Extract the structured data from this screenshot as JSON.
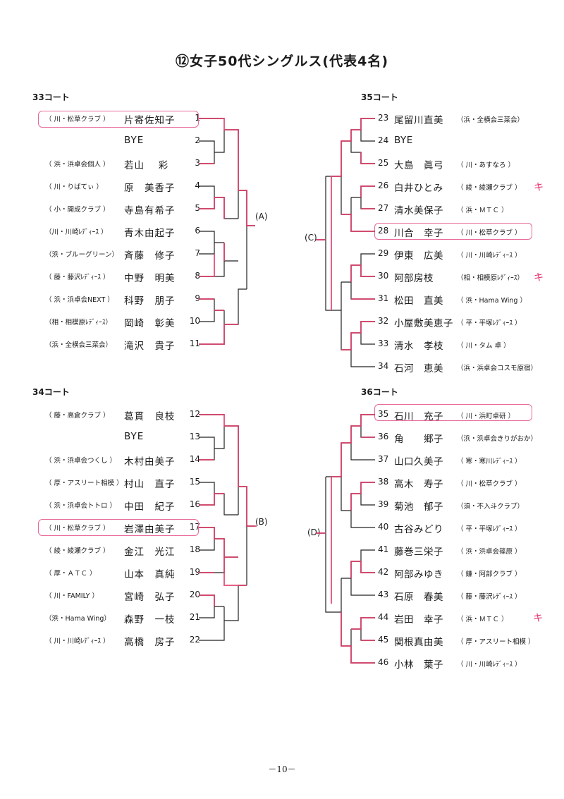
{
  "title": "⑫女子50代シングルス(代表4名)",
  "page_number": "－10－",
  "courts": {
    "c33": "33コート",
    "c34": "34コート",
    "c35": "35コート",
    "c36": "36コート"
  },
  "group_labels": {
    "A": "(A)",
    "B": "(B)",
    "C": "(C)",
    "D": "(D)"
  },
  "winner_marks": [
    "キ",
    "キ",
    "キ"
  ],
  "players_left_top": [
    {
      "club": "（ 川・松草クラブ ）",
      "name": "片寄佐知子",
      "num": "1"
    },
    {
      "club": "",
      "name": "BYE",
      "num": "2"
    },
    {
      "club": "（ 浜・浜卓会個人 ）",
      "name": "若山　 彩",
      "num": "3"
    },
    {
      "club": "（ 川・りばてぃ ）",
      "name": "原　美香子",
      "num": "4"
    },
    {
      "club": "（ 小・開成クラブ ）",
      "name": "寺島有希子",
      "num": "5"
    },
    {
      "club": "（川・川崎ﾚﾃﾞｨｰｽ ）",
      "name": "青木由起子",
      "num": "6"
    },
    {
      "club": "（浜・ブルーグリーン）",
      "name": "斉藤　修子",
      "num": "7"
    },
    {
      "club": "（ 藤・藤沢ﾚﾃﾞｨｰｽ ）",
      "name": "中野　明美",
      "num": "8"
    },
    {
      "club": "（ 浜・浜卓会NEXT ）",
      "name": "科野　朋子",
      "num": "9"
    },
    {
      "club": "（相・相模原ﾚﾃﾞｨｰｽ）",
      "name": "岡崎　彰美",
      "num": "10"
    },
    {
      "club": "（浜・全横会三菜会）",
      "name": "滝沢　貴子",
      "num": "11"
    }
  ],
  "players_left_bottom": [
    {
      "club": "（ 藤・高倉クラブ ）",
      "name": "葛貫　良枝",
      "num": "12"
    },
    {
      "club": "",
      "name": "BYE",
      "num": "13"
    },
    {
      "club": "（ 浜・浜卓会つくし ）",
      "name": "木村由美子",
      "num": "14"
    },
    {
      "club": "（ 厚・アスリート相模 ）",
      "name": "村山　直子",
      "num": "15"
    },
    {
      "club": "（ 浜・浜卓会トトロ ）",
      "name": "中田　紀子",
      "num": "16"
    },
    {
      "club": "（ 川・松草クラブ ）",
      "name": "岩澤由美子",
      "num": "17"
    },
    {
      "club": "（ 綾・綾瀬クラブ ）",
      "name": "金江　光江",
      "num": "18"
    },
    {
      "club": "（ 厚・ＡＴＣ ）",
      "name": "山本　真純",
      "num": "19"
    },
    {
      "club": "（ 川・FAMILY ）",
      "name": "宮崎　弘子",
      "num": "20"
    },
    {
      "club": "（浜・Hama Wing）",
      "name": "森野　一枝",
      "num": "21"
    },
    {
      "club": "（ 川・川崎ﾚﾃﾞｨｰｽ ）",
      "name": "高橋　房子",
      "num": "22"
    }
  ],
  "players_right_top": [
    {
      "num": "23",
      "name": "尾留川直美",
      "club": "（浜・全横会三菜会）"
    },
    {
      "num": "24",
      "name": "BYE",
      "club": ""
    },
    {
      "num": "25",
      "name": "大島　眞弓",
      "club": "（ 川・あすなろ ）"
    },
    {
      "num": "26",
      "name": "白井ひとみ",
      "club": "（ 綾・綾瀬クラブ ）"
    },
    {
      "num": "27",
      "name": "清水美保子",
      "club": "（ 浜・ＭＴＣ ）"
    },
    {
      "num": "28",
      "name": "川合　幸子",
      "club": "（ 川・松草クラブ ）"
    },
    {
      "num": "29",
      "name": "伊東　広美",
      "club": "（ 川・川崎ﾚﾃﾞｨｰｽ ）"
    },
    {
      "num": "30",
      "name": "阿部房枝",
      "club": "（相・相模原ﾚﾃﾞｨｰｽ）"
    },
    {
      "num": "31",
      "name": "松田　直美",
      "club": "（ 浜・Hama Wing ）"
    },
    {
      "num": "32",
      "name": "小屋敷美恵子",
      "club": "（ 平・平塚ﾚﾃﾞｨｰｽ ）"
    },
    {
      "num": "33",
      "name": "清水　孝枝",
      "club": "（ 川・タム 卓 ）"
    },
    {
      "num": "34",
      "name": "石河　恵美",
      "club": "（浜・浜卓会コスモ原宿）"
    }
  ],
  "players_right_bottom": [
    {
      "num": "35",
      "name": "石川　充子",
      "club": "（ 川・浜町卓研 ）"
    },
    {
      "num": "36",
      "name": "角　　郷子",
      "club": "（浜・浜卓会きりがおか）"
    },
    {
      "num": "37",
      "name": "山口久美子",
      "club": "（ 寒・寒川ﾚﾃﾞｨｰｽ ）"
    },
    {
      "num": "38",
      "name": "高木　寿子",
      "club": "（ 川・松草クラブ ）"
    },
    {
      "num": "39",
      "name": "菊池　郁子",
      "club": "（須・不入斗クラブ）"
    },
    {
      "num": "40",
      "name": "古谷みどり",
      "club": "（ 平・平塚ﾚﾃﾞｨｰｽ ）"
    },
    {
      "num": "41",
      "name": "藤巻三栄子",
      "club": "（ 浜・浜卓会篠原 ）"
    },
    {
      "num": "42",
      "name": "阿部みゆき",
      "club": "（ 鎌・阿部クラブ ）"
    },
    {
      "num": "43",
      "name": "石原　春美",
      "club": "（ 藤・藤沢ﾚﾃﾞｨｰｽ ）"
    },
    {
      "num": "44",
      "name": "岩田　幸子",
      "club": "（ 浜・ＭＴＣ ）"
    },
    {
      "num": "45",
      "name": "関根真由美",
      "club": "（ 厚・アスリート相模 ）"
    },
    {
      "num": "46",
      "name": "小林　葉子",
      "club": "（ 川・川崎ﾚﾃﾞｨｰｽ ）"
    }
  ]
}
